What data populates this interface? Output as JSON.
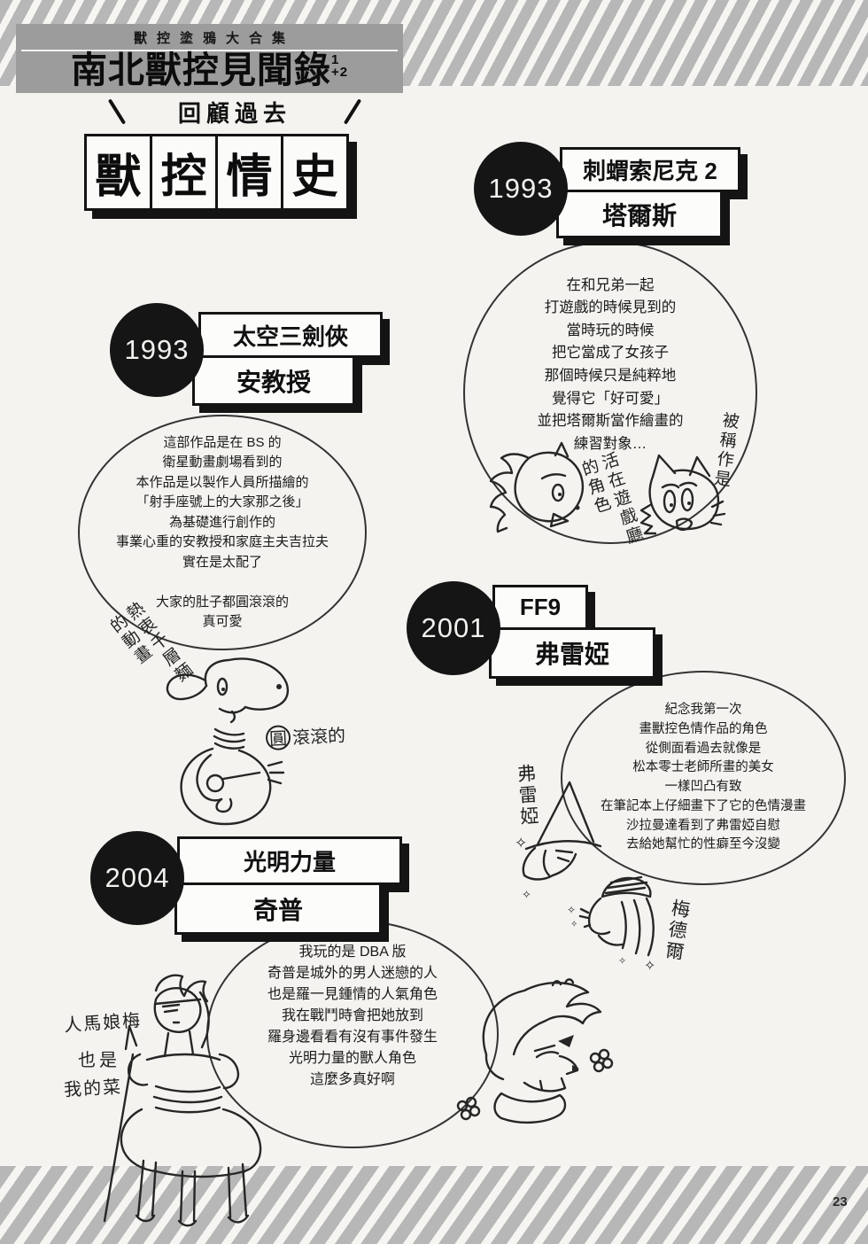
{
  "page": {
    "number": "23"
  },
  "header": {
    "series_tag": "獸控塗鴉大合集",
    "title": "南北獸控見聞錄",
    "title_sup": [
      "1",
      "+2"
    ],
    "flashback_label": "回顧過去"
  },
  "main_title": {
    "chars": [
      "獸",
      "控",
      "情",
      "史"
    ]
  },
  "icons": {
    "sparkle": "✧"
  },
  "sections": [
    {
      "id": "sonic",
      "year": "1993",
      "game": "刺蝟索尼克 2",
      "character": "塔爾斯",
      "bubble": [
        "在和兄弟一起",
        "打遊戲的時候見到的",
        "當時玩的時候",
        "把它當成了女孩子",
        "那個時候只是純粹地",
        "覺得它「好可愛」",
        "並把塔爾斯當作繪畫的",
        "練習對象…"
      ],
      "annotations": {
        "called": "被稱作是",
        "arcade": "活在遊戲廳的角色"
      }
    },
    {
      "id": "professor",
      "year": "1993",
      "game": "太空三劍俠",
      "character": "安教授",
      "bubble": [
        "這部作品是在 BS 的",
        "衛星動畫劇場看到的",
        "本作品是以製作人員所描繪的",
        "「射手座號上的大家那之後」",
        "為基礎進行創作的",
        "事業心重的安教授和家庭主夫吉拉夫",
        "實在是太配了",
        "",
        "大家的肚子都圓滾滾的",
        "真可愛"
      ],
      "annotations": {
        "lasagna": "熱衷千層麵的動畫",
        "round_circled": "圓",
        "round_rest": "滾滾的"
      }
    },
    {
      "id": "freya",
      "year": "2001",
      "game": "FF9",
      "character": "弗雷婭",
      "bubble": [
        "紀念我第一次",
        "畫獸控色情作品的角色",
        "從側面看過去就像是",
        "松本零士老師所畫的美女",
        "一樣凹凸有致",
        "在筆記本上仔細畫下了它的色情漫畫",
        "沙拉曼達看到了弗雷婭自慰",
        "去給她幫忙的性癖至今沒變"
      ],
      "annotations": {
        "freya_label": "弗雷婭",
        "medel_label": "梅德爾"
      }
    },
    {
      "id": "chip",
      "year": "2004",
      "game": "光明力量",
      "character": "奇普",
      "bubble": [
        "我玩的是 DBA 版",
        "奇普是城外的男人迷戀的人",
        "也是羅一見鍾情的人氣角色",
        "我在戰鬥時會把她放到",
        "羅身邊看看有沒有事件發生",
        "光明力量的獸人角色",
        "這麼多真好啊"
      ],
      "annotations": {
        "centaur_1": "人馬娘梅",
        "centaur_2": "也是",
        "centaur_3": "我的菜"
      }
    }
  ],
  "colors": {
    "stripe_gray": "#b7b7b7",
    "header_gray": "#9c9c9c",
    "ink": "#141414",
    "paper": "#f4f3f0"
  }
}
